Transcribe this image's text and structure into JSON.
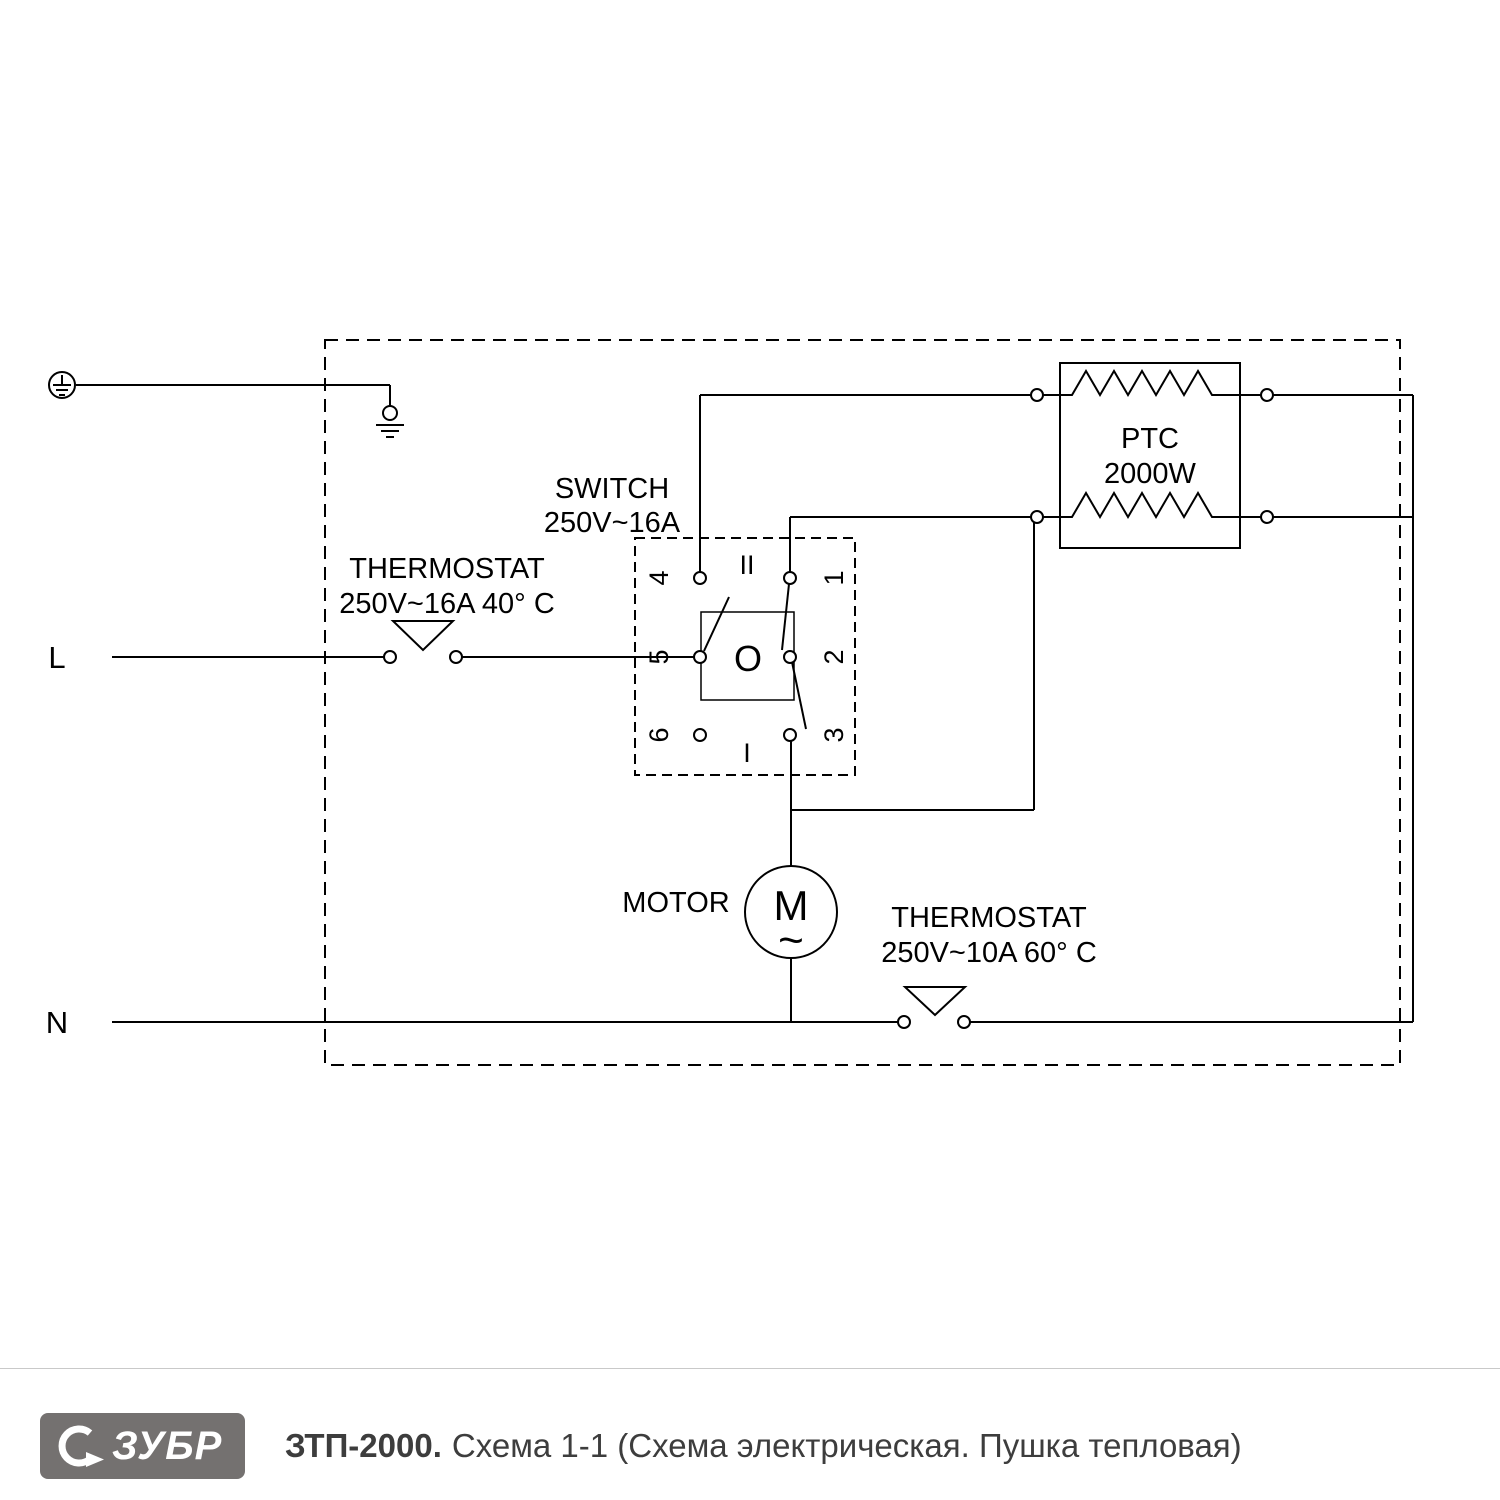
{
  "diagram": {
    "power": {
      "line": "L",
      "neutral": "N"
    },
    "thermostat_inlet": {
      "name": "THERMOSTAT",
      "spec": "250V~16A 40° C"
    },
    "switch": {
      "name": "SWITCH",
      "spec": "250V~16A",
      "positions": {
        "ii": "II",
        "o": "O",
        "i": "I"
      },
      "terminals": {
        "t1": "1",
        "t2": "2",
        "t3": "3",
        "t4": "4",
        "t5": "5",
        "t6": "6"
      }
    },
    "heater": {
      "name": "PTC",
      "power": "2000W"
    },
    "motor": {
      "label": "MOTOR",
      "symbol": "M",
      "wave": "~"
    },
    "thermostat_motor": {
      "name": "THERMOSTAT",
      "spec": "250V~10A 60° C"
    }
  },
  "footer": {
    "brand": "ЗУБР",
    "model": "ЗТП-2000.",
    "caption": "Схема 1-1 (Схема электрическая. Пушка тепловая)"
  },
  "colors": {
    "wire": "#000000",
    "logo_bg": "#747170",
    "footer_text": "#3d3d3d",
    "separator": "#c9c9c9"
  }
}
